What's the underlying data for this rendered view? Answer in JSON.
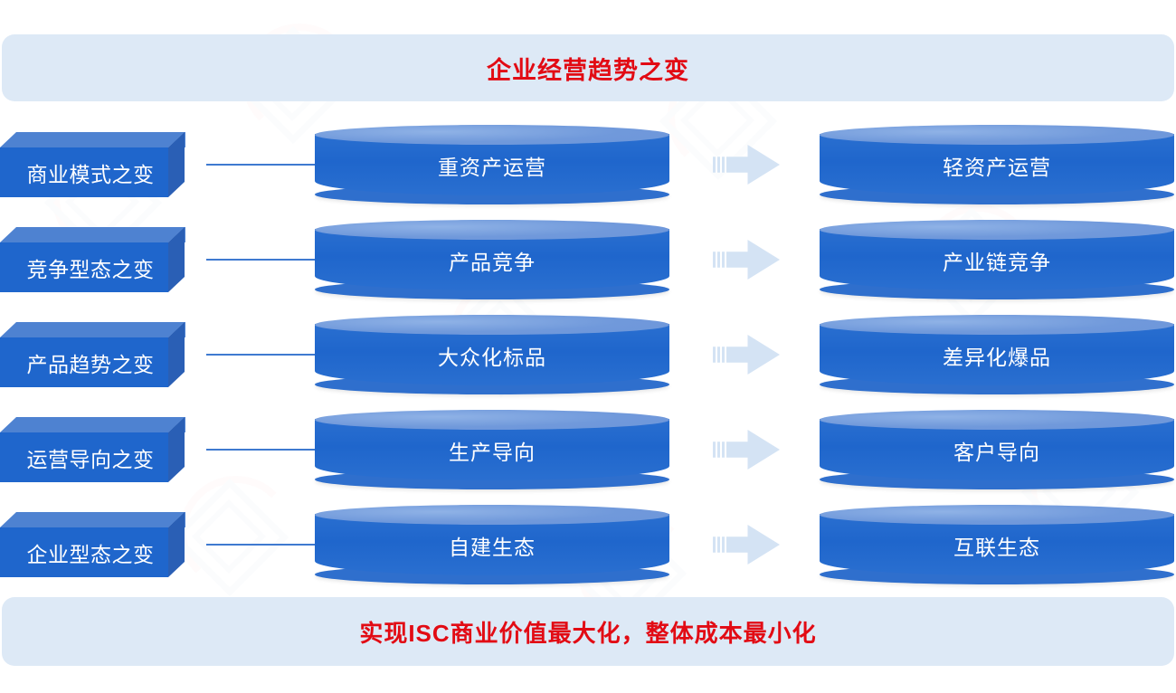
{
  "page": {
    "title": "企业经营趋势之变",
    "footer": "实现ISC商业价值最大化，整体成本最小化",
    "accent_red": "#e20b14",
    "banner_bg": "#dde9f6",
    "blue_front": "#1f66cc",
    "blue_top": "#4e82d1",
    "blue_side": "#2a5fb5",
    "cylinder_top": "#7099db",
    "arrow_color": "#d4e3f4",
    "connector_color": "#3f7ad0"
  },
  "rows": [
    {
      "category": "商业模式之变",
      "from": "重资产运营",
      "to": "轻资产运营",
      "arrow_icon": "right-arrow-icon"
    },
    {
      "category": "竞争型态之变",
      "from": "产品竞争",
      "to": "产业链竞争",
      "arrow_icon": "right-arrow-icon"
    },
    {
      "category": "产品趋势之变",
      "from": "大众化标品",
      "to": "差异化爆品",
      "arrow_icon": "right-arrow-icon"
    },
    {
      "category": "运营导向之变",
      "from": "生产导向",
      "to": "客户导向",
      "arrow_icon": "right-arrow-icon"
    },
    {
      "category": "企业型态之变",
      "from": "自建生态",
      "to": "互联生态",
      "arrow_icon": "right-arrow-icon"
    }
  ]
}
